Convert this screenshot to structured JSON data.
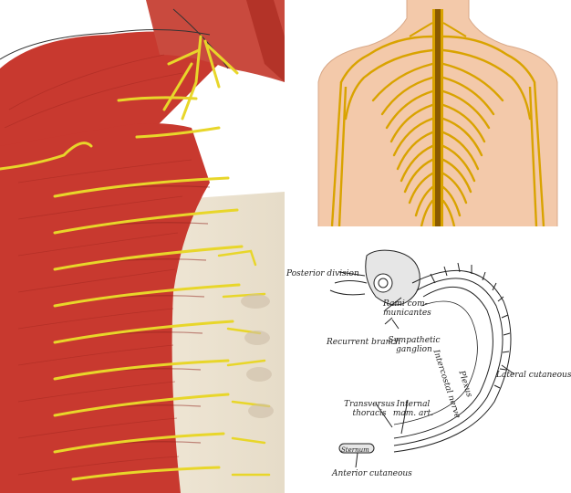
{
  "diagram": {
    "labels": {
      "posterior_division": "Posterior division",
      "rami_communicantes": "Rami com-municantes",
      "recurrent_branch": "Recurrent branch",
      "sympathetic_ganglion": "Sympathetic ganglion",
      "intercostal_nerve": "Intercostal nerve",
      "plexus": "Plexus",
      "lateral_cutaneous": "Lateral cutaneous",
      "transversus_thoracis": "Transversus thoracis",
      "internal_mam_art": "Internal mam. art.",
      "anterior_cutaneous": "Anterior cutaneous",
      "sternum": "Sternum"
    }
  },
  "colors": {
    "muscle": "#c8392f",
    "nerve": "#e8d62a",
    "skin": "#f3c9aa",
    "spine_nerve": "#d9a300",
    "line_art": "#222222"
  }
}
